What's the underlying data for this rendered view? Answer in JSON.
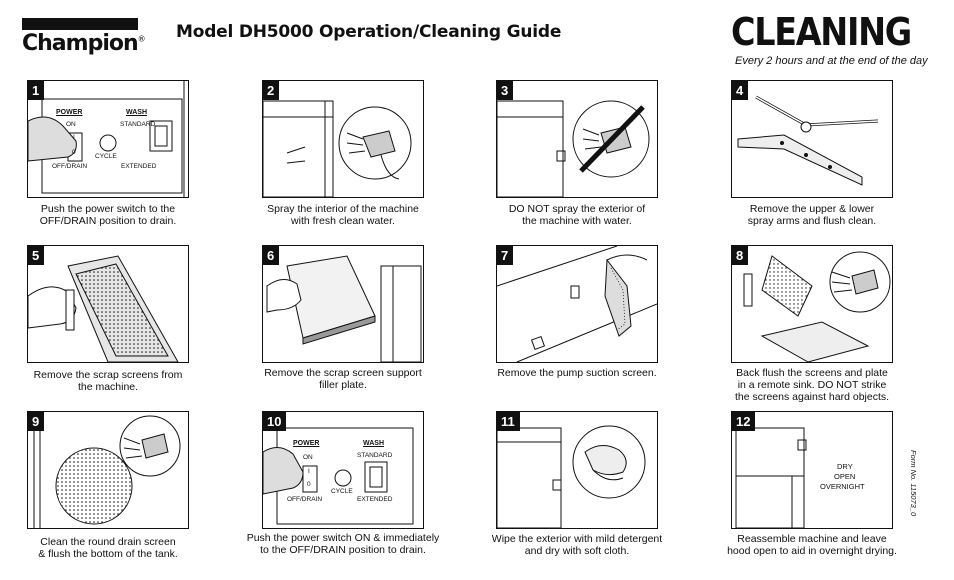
{
  "header": {
    "brand": "Champion",
    "brand_mark": "®",
    "model_title": "Model DH5000 Operation/Cleaning Guide",
    "big_title": "CLEANING",
    "subtitle": "Every 2 hours and at the end of the day"
  },
  "panel_labels": {
    "power": "POWER",
    "wash": "WASH",
    "on": "ON",
    "standard": "STANDARD",
    "cycle": "CYCLE",
    "off_drain": "OFF/DRAIN",
    "extended": "EXTENDED",
    "switch_one": "I",
    "switch_zero": "0"
  },
  "step12_label": [
    "DRY",
    "OPEN",
    "OVERNIGHT"
  ],
  "steps": [
    {
      "num": "1",
      "caption": [
        "Push the power switch to the",
        "OFF/DRAIN position to drain."
      ]
    },
    {
      "num": "2",
      "caption": [
        "Spray the interior of the machine",
        "with fresh clean water."
      ]
    },
    {
      "num": "3",
      "caption": [
        "DO NOT spray the exterior of",
        "the machine with water."
      ]
    },
    {
      "num": "4",
      "caption": [
        "Remove the upper & lower",
        "spray arms and flush clean."
      ]
    },
    {
      "num": "5",
      "caption": [
        "Remove the scrap screens from",
        "the machine."
      ]
    },
    {
      "num": "6",
      "caption": [
        "Remove the scrap screen support",
        "filler plate."
      ]
    },
    {
      "num": "7",
      "caption": [
        "Remove the pump suction screen."
      ]
    },
    {
      "num": "8",
      "caption": [
        "Back flush the screens and plate",
        "in a remote sink.  DO NOT strike",
        "the screens against hard objects."
      ]
    },
    {
      "num": "9",
      "caption": [
        "Clean the round drain screen",
        "& flush the bottom of the tank."
      ]
    },
    {
      "num": "10",
      "caption": [
        "Push the power switch ON & immediately",
        "to the OFF/DRAIN position to drain."
      ]
    },
    {
      "num": "11",
      "caption": [
        "Wipe the exterior with mild detergent",
        "and dry with soft cloth."
      ]
    },
    {
      "num": "12",
      "caption": [
        "Reassemble machine and leave",
        "hood open to aid in overnight drying."
      ]
    }
  ],
  "form_number": "Form No. 115073_0"
}
